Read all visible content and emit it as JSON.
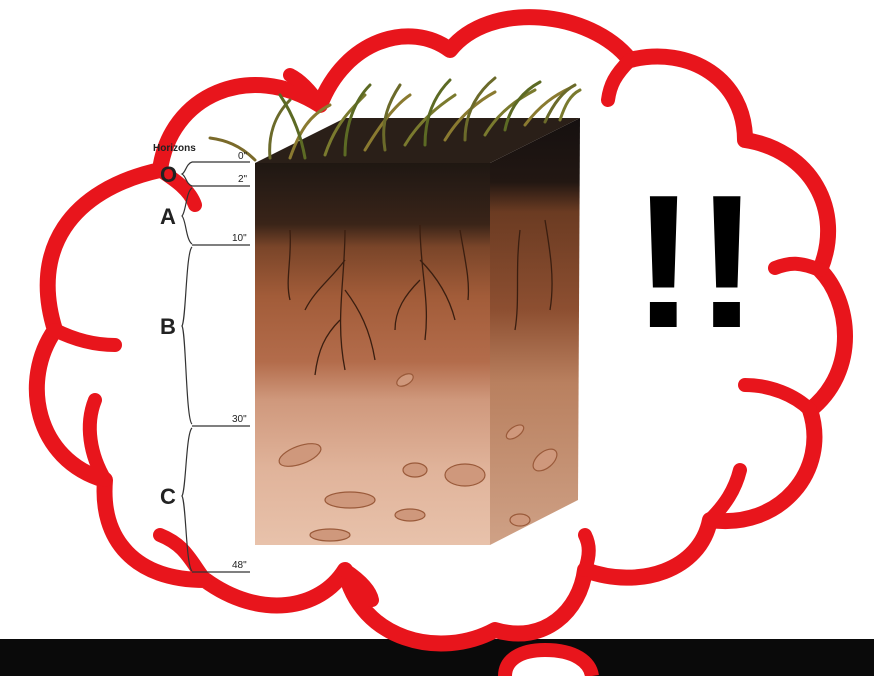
{
  "diagram": {
    "title": "Horizons",
    "horizons": [
      {
        "label": "O"
      },
      {
        "label": "A"
      },
      {
        "label": "B"
      },
      {
        "label": "C"
      }
    ],
    "depths": [
      "0\"",
      "2\"",
      "10\"",
      "30\"",
      "48\""
    ]
  },
  "exclamation": "!!",
  "colors": {
    "cloud_outline": "#e8151c",
    "bottom_bar": "#0a0a0a",
    "exclamation": "#000000",
    "o_horizon": "#1e1712",
    "a_horizon": "#3a2418",
    "b_horizon": "#9a5a3a",
    "c_horizon": "#d9a58b"
  }
}
